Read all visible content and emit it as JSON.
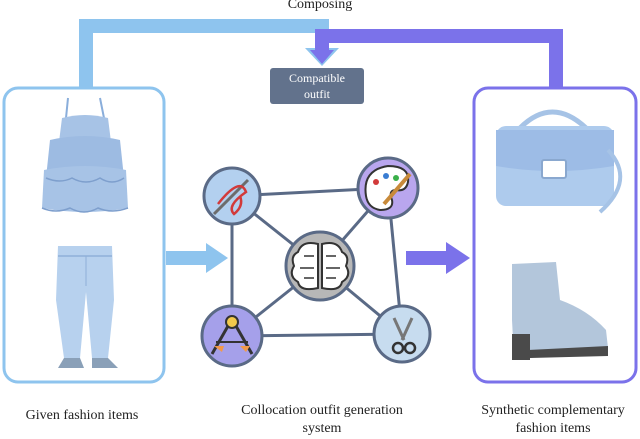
{
  "top_label": "Composing",
  "badge": {
    "line1": "Compatible",
    "line2": "outfit"
  },
  "captions": {
    "left": "Given fashion items",
    "center_line1": "Collocation outfit generation",
    "center_line2": "system",
    "right_line1": "Synthetic complementary",
    "right_line2": "fashion items"
  },
  "nodes": [
    {
      "id": "sewing",
      "icon": "needle-thread-icon"
    },
    {
      "id": "palette",
      "icon": "palette-brush-icon"
    },
    {
      "id": "brain",
      "icon": "brain-circuit-icon"
    },
    {
      "id": "compass",
      "icon": "compass-ruler-icon"
    },
    {
      "id": "scissors",
      "icon": "scissors-icon"
    }
  ],
  "items": {
    "given": [
      "ruffle-top-image",
      "jeans-image"
    ],
    "synthetic": [
      "handbag-image",
      "ankle-boot-image"
    ]
  },
  "colors": {
    "light_blue": "#7fb8e6",
    "purple": "#7b72ea",
    "fashion_blue": "#a9c4e6",
    "badge": "#62728c",
    "node_edge": "#5a6a86"
  }
}
